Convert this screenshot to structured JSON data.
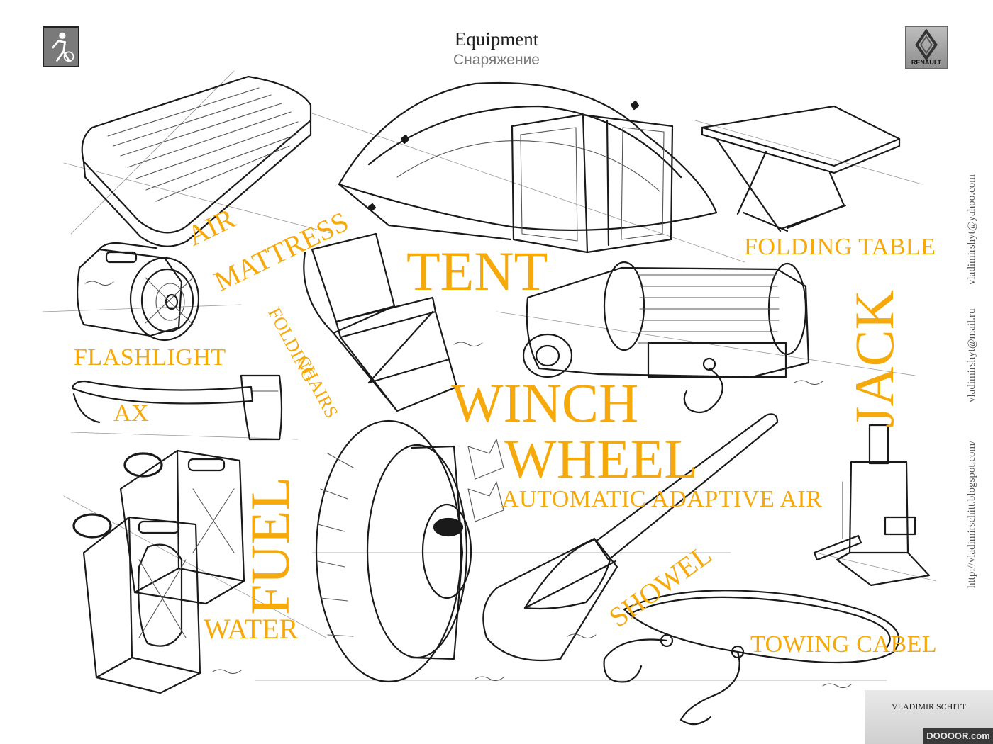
{
  "header": {
    "title": "Equipment",
    "subtitle": "Снаряжение"
  },
  "branding": {
    "left_logo_icon": "camper-figure-icon",
    "right_logo_icon": "renault-diamond-icon",
    "right_logo_word": "RENAULT"
  },
  "labels": {
    "air": "AIR",
    "mattress": "MATTRESS",
    "tent": "TENT",
    "folding_table": "FOLDING TABLE",
    "flashlight": "FLASHLIGHT",
    "folding_chairs_1": "FOLDING",
    "folding_chairs_2": "CHAIRS",
    "ax": "AX",
    "winch": "WINCH",
    "wheel": "WHEEL",
    "jack": "JACK",
    "automatic": "AUTOMATIC ADAPTIVE AIR",
    "fuel": "FUEL",
    "water": "WATER",
    "showel": "SHOWEL",
    "towing_cabel": "TOWING CABEL"
  },
  "side_contacts": {
    "blog": "http://vladimirschitt.blogspot.com/",
    "mail": "vladimirshyt@mail.ru",
    "yahoo": "vladimirshyt@yahoo.com"
  },
  "footer": {
    "author": "VLADIMIR SCHITT",
    "watermark": "DOOOOR.com"
  },
  "colors": {
    "label": "#f5a90b",
    "ink": "#1a1a1a",
    "background": "#ffffff"
  }
}
